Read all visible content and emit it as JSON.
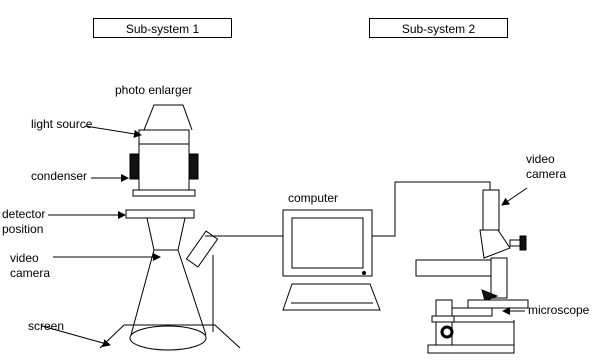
{
  "subsystems": [
    {
      "label": "Sub-system 1"
    },
    {
      "label": "Sub-system 2"
    }
  ],
  "labels": {
    "photo_enlarger": "photo enlarger",
    "light_source": "light source",
    "condenser": "condenser",
    "detector_position_line1": "detector",
    "detector_position_line2": "position",
    "video_camera_left_line1": "video",
    "video_camera_left_line2": "camera",
    "screen": "screen",
    "computer": "computer",
    "video_camera_right_line1": "video",
    "video_camera_right_line2": "camera",
    "microscope": "microscope"
  }
}
